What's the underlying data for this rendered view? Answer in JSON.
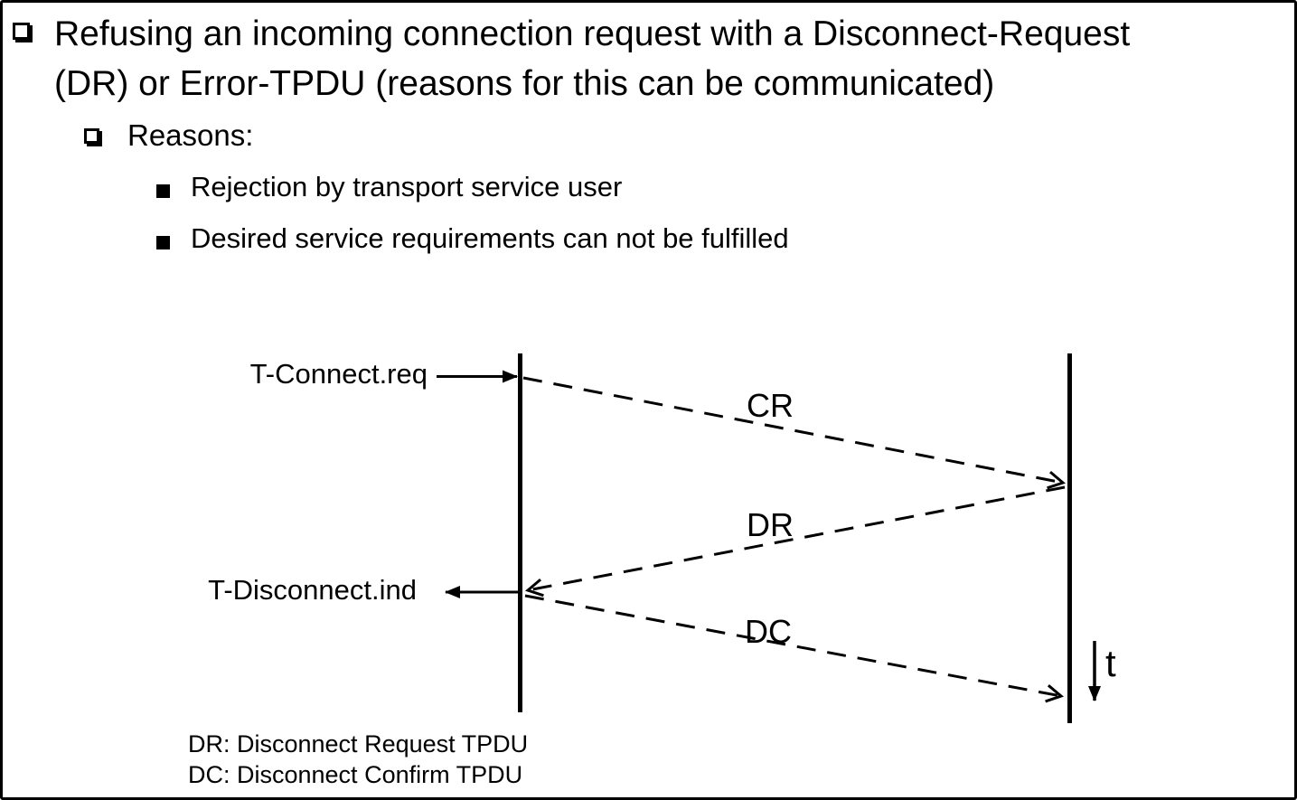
{
  "colors": {
    "foreground": "#000000",
    "background": "#ffffff"
  },
  "title": {
    "lines": [
      "Refusing an incoming connection request with a Disconnect-Request",
      "(DR) or Error-TPDU (reasons for this can be communicated)"
    ]
  },
  "outline": {
    "reasons_heading": "Reasons:",
    "reason_items": [
      "Rejection by transport service user",
      "Desired service requirements can not be fulfilled"
    ]
  },
  "diagram": {
    "sender_event_label": "T-Connect.req",
    "receiver_event_label": "T-Disconnect.ind",
    "messages": [
      {
        "label": "CR",
        "direction": "left-to-right"
      },
      {
        "label": "DR",
        "direction": "right-to-left"
      },
      {
        "label": "DC",
        "direction": "left-to-right"
      }
    ],
    "time_axis_label": "t",
    "legend": [
      "DR: Disconnect Request TPDU",
      "DC: Disconnect Confirm TPDU"
    ]
  }
}
